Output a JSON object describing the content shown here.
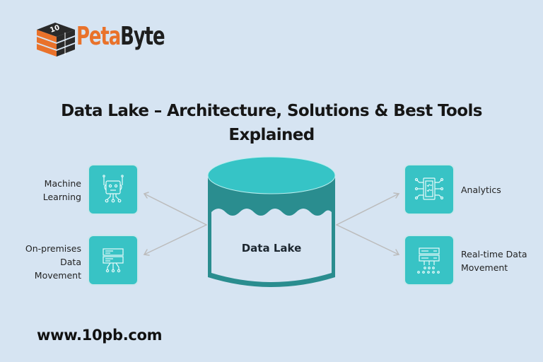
{
  "brand": {
    "logo_badge": "10 PB",
    "name_part1": "Peta",
    "name_part2": "Byte",
    "colors": {
      "orange": "#e9722b",
      "dark": "#1e1e1e"
    }
  },
  "header": {
    "title_line1": "Data Lake – Architecture, Solutions & Best Tools",
    "title_line2": "Explained"
  },
  "diagram": {
    "center": {
      "label": "Data Lake",
      "icon": "database-cylinder-icon"
    },
    "nodes": [
      {
        "id": "machine-learning",
        "label_lines": [
          "Machine",
          "Learning"
        ],
        "icon": "robot-icon",
        "side": "left"
      },
      {
        "id": "on-premises-data-movement",
        "label_lines": [
          "On-premises",
          "Data",
          "Movement"
        ],
        "icon": "server-rack-icon",
        "side": "left"
      },
      {
        "id": "analytics",
        "label_lines": [
          "Analytics"
        ],
        "icon": "chip-document-icon",
        "side": "right"
      },
      {
        "id": "real-time-data-movement",
        "label_lines": [
          "Real-time Data",
          "Movement"
        ],
        "icon": "server-network-icon",
        "side": "right"
      }
    ],
    "colors": {
      "tile": "#38c3c5",
      "lake_dark": "#2a8d8f",
      "lake_top": "#36c4c6",
      "arrow": "#bcbcbc",
      "background": "#d6e4f2"
    }
  },
  "footer": {
    "url": "www.10pb.com"
  }
}
